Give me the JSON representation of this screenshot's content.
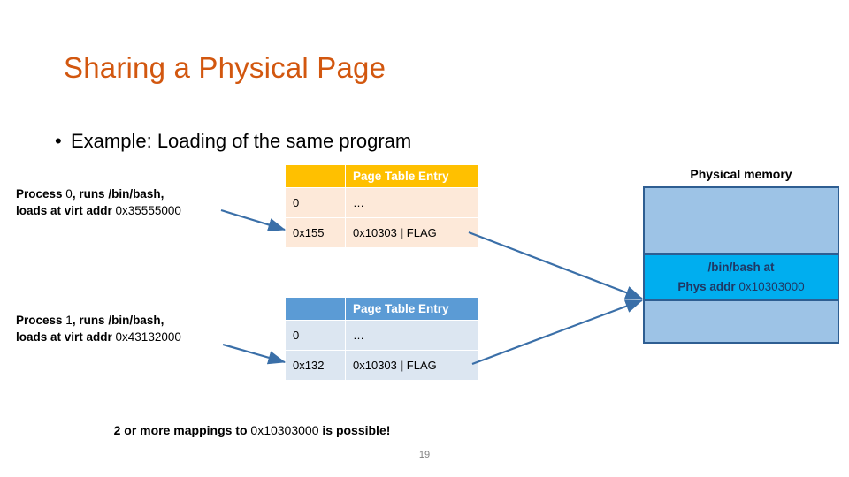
{
  "slide": {
    "title": "Sharing a Physical Page",
    "page_number": "19",
    "bullet": {
      "marker": "•",
      "text": "Example: Loading of the same program"
    },
    "footer_note": {
      "prefix": "2 or more mappings to ",
      "address": "0x10303000",
      "suffix": " is possible!"
    }
  },
  "colors": {
    "title": "#D2570F",
    "amber_header": "#FFC000",
    "amber_row": "#FDE9D9",
    "blue_header": "#5B9BD5",
    "blue_row": "#DCE6F1",
    "memory_block": "#9DC3E6",
    "memory_highlight": "#00AEEF",
    "memory_border": "#2E5E92",
    "connector": "#3A6FA8",
    "page_number": "#808080"
  },
  "processes": [
    {
      "id": "proc0",
      "caption_line1_bold": "Process ",
      "caption_line1_num": "0",
      "caption_line1_rest": ", runs /bin/bash,",
      "caption_line2_bold": "loads at virt addr ",
      "caption_line2_num": "0x35555000",
      "table": {
        "theme": "amber",
        "header_blank": "",
        "header_label": "Page Table Entry",
        "rows": [
          {
            "index": "0",
            "entry_addr": "…",
            "separator": "",
            "flag": ""
          },
          {
            "index": "0x155",
            "entry_addr": "0x10303",
            "separator": "|",
            "flag": "FLAG"
          }
        ]
      }
    },
    {
      "id": "proc1",
      "caption_line1_bold": "Process ",
      "caption_line1_num": "1",
      "caption_line1_rest": ", runs /bin/bash,",
      "caption_line2_bold": "loads at virt addr ",
      "caption_line2_num": "0x43132000",
      "table": {
        "theme": "blue",
        "header_blank": "",
        "header_label": "Page Table Entry",
        "rows": [
          {
            "index": "0",
            "entry_addr": "…",
            "separator": "",
            "flag": ""
          },
          {
            "index": "0x132",
            "entry_addr": "0x10303",
            "separator": "|",
            "flag": "FLAG"
          }
        ]
      }
    }
  ],
  "physical_memory": {
    "label": "Physical memory",
    "blocks": [
      {
        "name": "block-top",
        "text": "",
        "highlighted": false
      },
      {
        "name": "block-bash",
        "line1": "/bin/bash at",
        "line2_bold": "Phys addr ",
        "line2_addr": "0x10303000",
        "highlighted": true
      },
      {
        "name": "block-bottom",
        "text": "",
        "highlighted": false
      }
    ]
  }
}
